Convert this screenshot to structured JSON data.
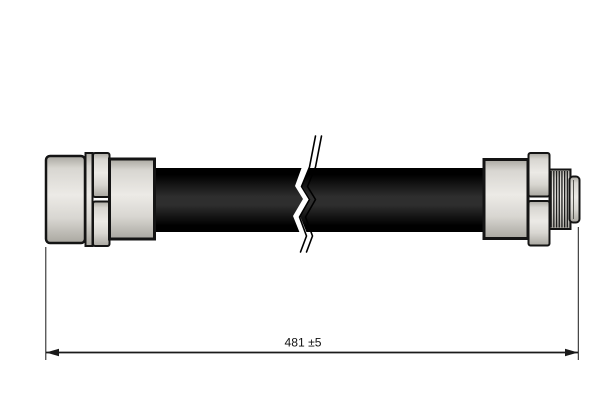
{
  "dimension": {
    "label": "481 ±5",
    "value": "481",
    "tolerance": "±5"
  },
  "components": [
    {
      "name": "left-socket-fitting"
    },
    {
      "name": "left-washer-ring"
    },
    {
      "name": "left-hex-nut"
    },
    {
      "name": "left-crimp-ferrule"
    },
    {
      "name": "hose-body"
    },
    {
      "name": "break-symbol"
    },
    {
      "name": "right-crimp-ferrule"
    },
    {
      "name": "right-hex-nut"
    },
    {
      "name": "threaded-male-end"
    },
    {
      "name": "end-tip"
    }
  ],
  "colors": {
    "background": "#ffffff",
    "outline": "#141414",
    "metal_light": "#eceae6",
    "metal_mid": "#d8d6d1",
    "metal_dark": "#a9a7a0",
    "hose_edge": "#000000",
    "hose_mid": "#2e2e2e",
    "dimension_line": "#1a1a1a",
    "text": "#111111"
  }
}
